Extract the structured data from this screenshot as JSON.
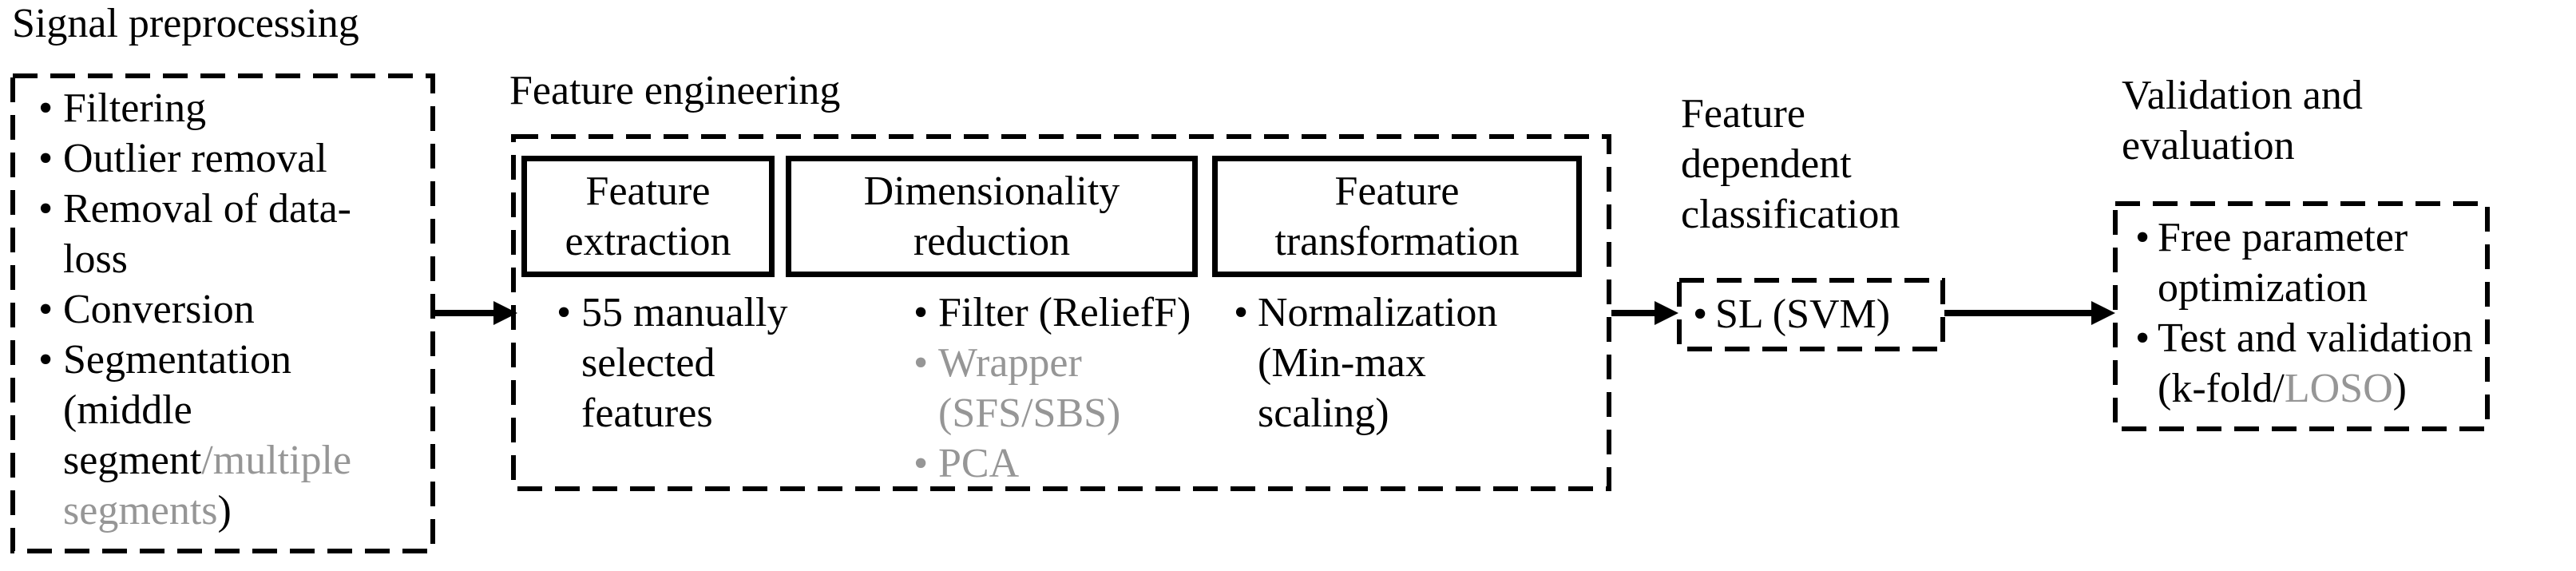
{
  "glyphs": {
    "bullet": "•"
  },
  "colors": {
    "ink": "#000000",
    "muted": "#969696",
    "background": "#ffffff"
  },
  "signal_preprocessing": {
    "title": "Signal preprocessing",
    "filtering": "Filtering",
    "outlier_removal": "Outlier removal",
    "data_loss_removal": "Removal of data-loss",
    "conversion": "Conversion",
    "segmentation_main": "Segmentation (middle segment",
    "segmentation_alt": "/multiple segments",
    "segmentation_close": ")"
  },
  "feature_engineering": {
    "title": "Feature engineering",
    "extraction": {
      "header": "Feature extraction",
      "features": "55 manually selected features"
    },
    "dimensionality_reduction": {
      "header": "Dimensionality reduction",
      "filter": "Filter (ReliefF)",
      "wrapper": "Wrapper (SFS/SBS)",
      "pca": "PCA"
    },
    "transformation": {
      "header": "Feature transformation",
      "normalization": "Normalization (Min-max scaling)"
    }
  },
  "classification": {
    "title": "Feature dependent classification",
    "sl": "SL (SVM)"
  },
  "validation": {
    "title": "Validation and evaluation",
    "free_parameter": "Free parameter optimization",
    "test_main": "Test and validation (k-fold/",
    "test_alt": "LOSO",
    "test_close": ")"
  }
}
